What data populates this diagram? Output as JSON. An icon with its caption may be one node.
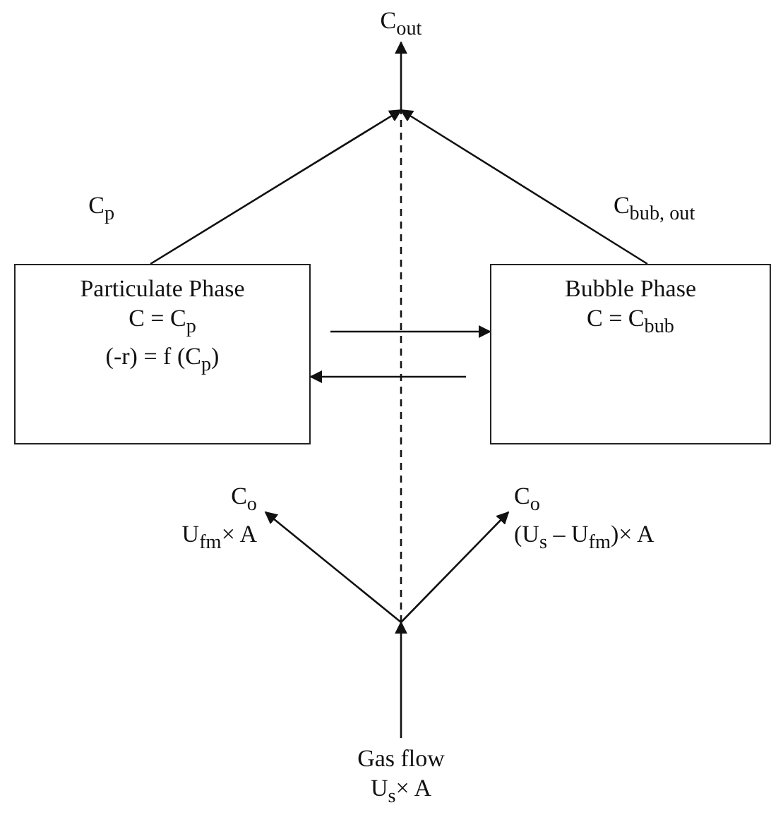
{
  "diagram": {
    "nodes": [
      {
        "text": [
          "C$_{out}$"
        ]
      },
      {
        "text": [
          "Particulate Phase",
          "C = C$_{p}$",
          "(-r) = f (C$_{p}$)"
        ]
      },
      {
        "text": [
          "Bubble Phase",
          "C = C$_{bub}$"
        ]
      },
      {
        "text": [
          "Gas flow",
          "U$_{s}$× A"
        ]
      },
      {
        "text": [
          "C$_{o}$",
          "U$_{fm}$× A"
        ]
      },
      {
        "text": [
          "C$_{o}$",
          "(U$_{s}$ – U$_{fm}$)× A"
        ]
      }
    ],
    "edges": [
      {
        "from": 1,
        "to": 0,
        "arrow": "to",
        "label": "C$_{p}$"
      },
      {
        "from": 2,
        "to": 0,
        "arrow": "to",
        "label": "C$_{bub, out}$"
      },
      {
        "from": 3,
        "to": 0,
        "arrow": "to",
        "style": "dashed"
      },
      {
        "from": 1,
        "to": 2,
        "arrow": "to"
      },
      {
        "from": 2,
        "to": 1,
        "arrow": "to"
      },
      {
        "from": 3,
        "to": 4,
        "arrow": "to"
      },
      {
        "from": 3,
        "to": 5,
        "arrow": "to"
      }
    ]
  }
}
